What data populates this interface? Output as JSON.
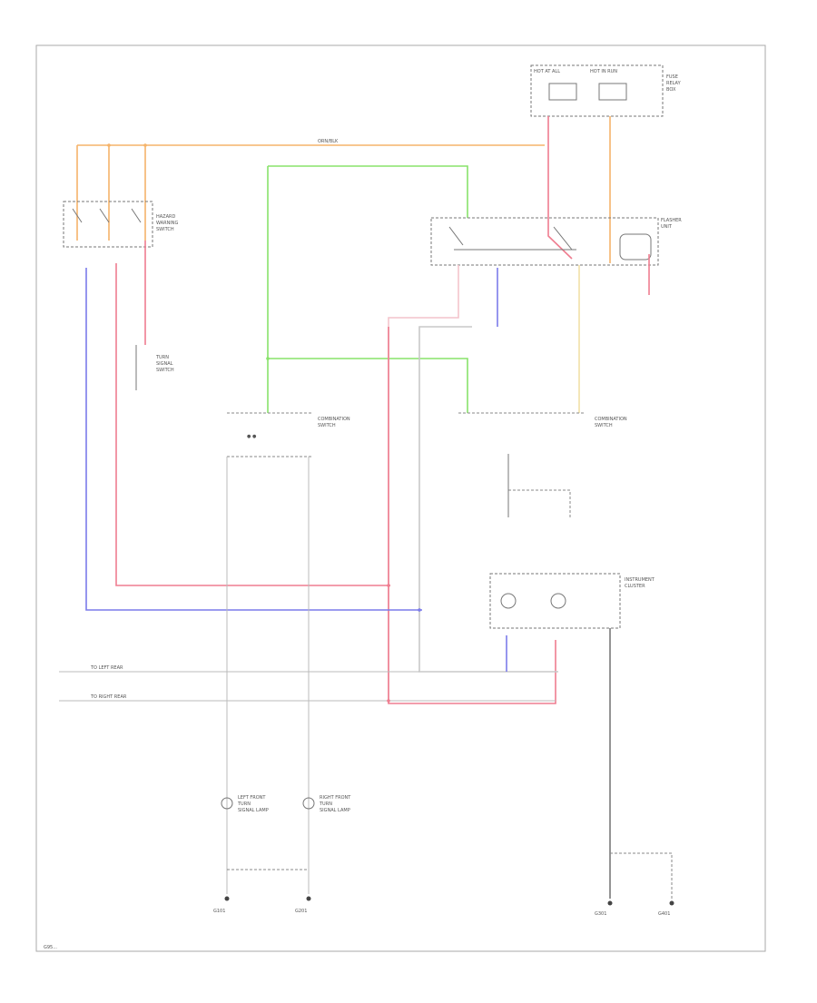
{
  "diagram": {
    "footer_code": "G95...",
    "wire_colors": {
      "orange": "#f5b36a",
      "green": "#88e36a",
      "red": "#ef7d90",
      "blue": "#7b7bea",
      "yellow": "#f2dfa6",
      "pink": "#f3c4cc",
      "gray": "#7a7a7a",
      "light": "#c8c8c8"
    },
    "labels": {
      "top_fuse_box": [
        "HOT AT ALL",
        "HOT IN RUN"
      ],
      "top_fuse_desc": [
        "FUSE",
        "RELAY",
        "BOX"
      ],
      "top_wire_label": "ORN/BLK",
      "hazard_switch": [
        "HAZARD",
        "WARNING",
        "SWITCH"
      ],
      "turn_signal_switch": [
        "TURN",
        "SIGNAL",
        "SWITCH"
      ],
      "flasher": [
        "FLASHER",
        "UNIT"
      ],
      "combo_switch_left": [
        "COMBINATION",
        "SWITCH"
      ],
      "combo_switch_right": [
        "COMBINATION",
        "SWITCH"
      ],
      "indicator_cluster": [
        "INSTRUMENT",
        "CLUSTER"
      ],
      "lf_lamp": [
        "LEFT FRONT",
        "TURN",
        "SIGNAL LAMP"
      ],
      "rf_lamp": [
        "RIGHT FRONT",
        "TURN",
        "SIGNAL LAMP"
      ],
      "to_left_rear": [
        "TO LEFT REAR"
      ],
      "to_right_rear": [
        "TO RIGHT REAR"
      ],
      "ground_labels": [
        "G101",
        "G201",
        "G301",
        "G401"
      ]
    }
  }
}
